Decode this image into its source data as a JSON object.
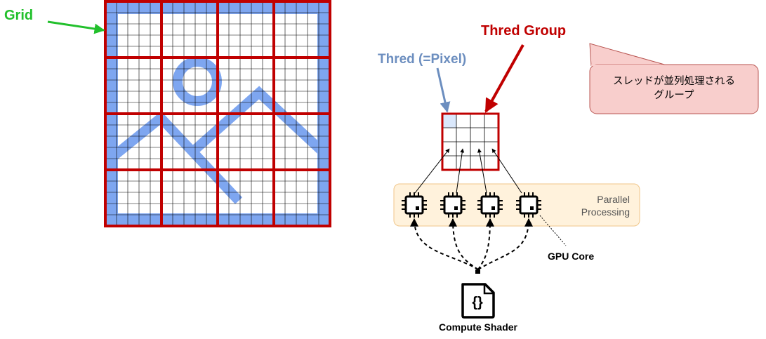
{
  "labels": {
    "grid": "Grid",
    "thread_group": "Thred Group",
    "thread": "Thred (=Pixel)",
    "parallel_line1": "Parallel",
    "parallel_line2": "Processing",
    "gpu_core": "GPU Core",
    "compute_shader": "Compute Shader",
    "shader_glyph": "{}"
  },
  "callout": {
    "line1": "スレッドが並列処理される",
    "line2": "グループ"
  },
  "colors": {
    "grid_arrow": "#22c02c",
    "group_red": "#c00000",
    "image_blue": "#7ea6f0",
    "thread_label": "#6c8ebf",
    "thread_fill": "#dae8fc",
    "callout_fill": "#f8cecc",
    "callout_stroke": "#b85450",
    "parallel_fill": "#fff2dc",
    "parallel_stroke": "#f0c68a"
  },
  "icons": {
    "cpu": "chip-icon",
    "shader": "code-file-icon"
  }
}
